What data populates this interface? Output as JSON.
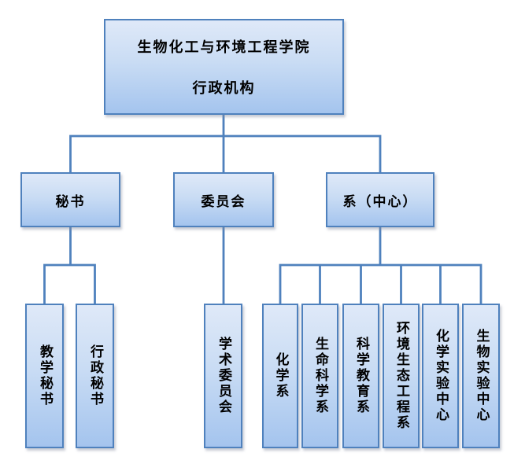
{
  "org_chart": {
    "root": {
      "line1": "生物化工与环境工程学院",
      "line2": "行政机构"
    },
    "branches": [
      {
        "label": "秘书",
        "children": [
          {
            "label": "教学秘书"
          },
          {
            "label": "行政秘书"
          }
        ]
      },
      {
        "label": "委员会",
        "children": [
          {
            "label": "学术委员会"
          }
        ]
      },
      {
        "label": "系（中心）",
        "children": [
          {
            "label": "化学系"
          },
          {
            "label": "生命科学系"
          },
          {
            "label": "科学教育系"
          },
          {
            "label": "环境生态工程系"
          },
          {
            "label": "化学实验中心"
          },
          {
            "label": "生物实验中心"
          }
        ]
      }
    ]
  },
  "colors": {
    "accent": "#4f81bd",
    "box-fill-top": "#dfe9f8",
    "box-fill-mid": "#c9dcf4",
    "box-fill-bottom": "#a4c4ee",
    "text": "#000000",
    "background": "#ffffff"
  }
}
